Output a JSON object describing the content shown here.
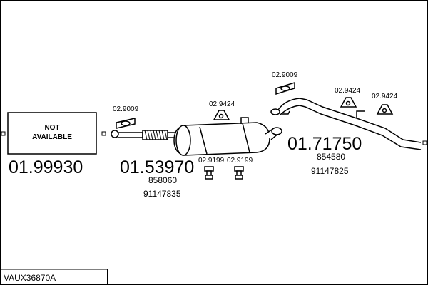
{
  "diagram": {
    "reference_code": "VAUX36870A",
    "not_available": {
      "line1": "NOT",
      "line2": "AVAILABLE",
      "part_number": "01.99930"
    },
    "front_section": {
      "part_number": "01.53970",
      "oem_1": "858060",
      "oem_2": "91147835",
      "gasket_label": "02.9009",
      "hanger_top_label": "02.9424",
      "hanger_left_label": "02.9199",
      "hanger_right_label": "02.9199"
    },
    "rear_section": {
      "part_number": "01.71750",
      "oem_1": "854580",
      "oem_2": "91147825",
      "gasket_label": "02.9009",
      "hanger_a_label": "02.9424",
      "hanger_b_label": "02.9424"
    }
  }
}
